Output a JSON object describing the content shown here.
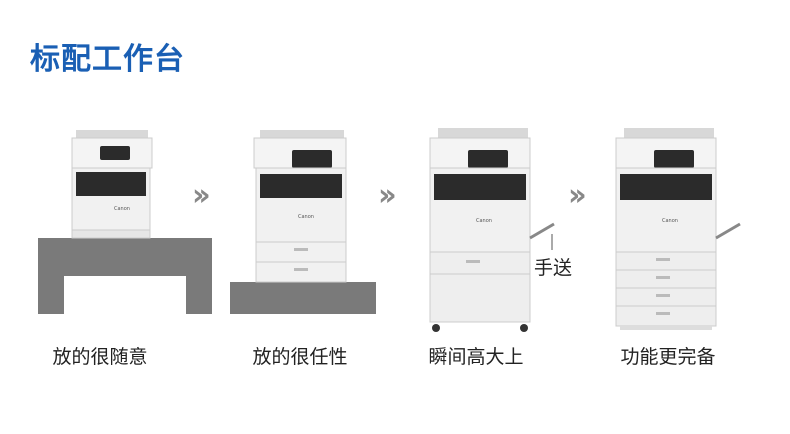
{
  "title": "标配工作台",
  "steps": [
    {
      "caption": "放的很随意",
      "stand": "large-table"
    },
    {
      "caption": "放的很任性",
      "stand": "low-platform"
    },
    {
      "caption": "瞬间高大上",
      "stand": "cabinet-on-wheels"
    },
    {
      "caption": "功能更完备",
      "stand": "paper-drawers"
    }
  ],
  "separator_icon": "double-chevron-right-icon",
  "hand_feed_label": "手送",
  "colors": {
    "title": "#1a5fb4",
    "stand": "#7a7a7a",
    "printer_body": "#f2f2f2",
    "printer_dark": "#2b2b2b"
  }
}
